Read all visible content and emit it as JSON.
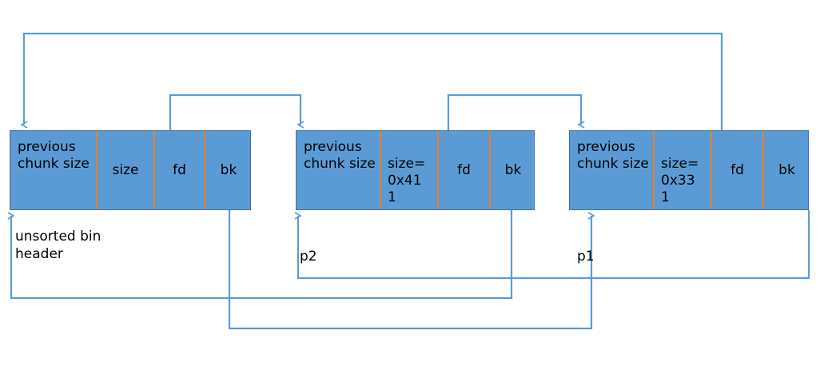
{
  "diagram": {
    "title": "glibc unsorted bin linked list of free chunks",
    "colors": {
      "chunk_fill": "#5b9bd5",
      "chunk_border": "#41719c",
      "cell_divider": "#ed7d31",
      "arrow": "#5b9bd5",
      "text": "#000000",
      "background": "#ffffff"
    },
    "chunks": [
      {
        "name": "unsorted-bin-header",
        "cells": [
          {
            "field": "prev_size",
            "label": "previous\nchunk\nsize"
          },
          {
            "field": "size",
            "label": "size"
          },
          {
            "field": "fd",
            "label": "fd"
          },
          {
            "field": "bk",
            "label": "bk"
          }
        ],
        "caption": "unsorted bin\nheader"
      },
      {
        "name": "chunk-p2",
        "cells": [
          {
            "field": "prev_size",
            "label": "previous\nchunk\nsize"
          },
          {
            "field": "size",
            "label": "size=\n0x41\n1"
          },
          {
            "field": "fd",
            "label": "fd"
          },
          {
            "field": "bk",
            "label": "bk"
          }
        ],
        "caption": "p2"
      },
      {
        "name": "chunk-p1",
        "cells": [
          {
            "field": "prev_size",
            "label": "previous\nchunk\nsize"
          },
          {
            "field": "size",
            "label": "size=\n0x33\n1"
          },
          {
            "field": "fd",
            "label": "fd"
          },
          {
            "field": "bk",
            "label": "bk"
          }
        ],
        "caption": "p1"
      }
    ],
    "links": [
      {
        "name": "header-fd-to-p2",
        "from": "unsorted-bin-header.fd",
        "to": "chunk-p2"
      },
      {
        "name": "p2-fd-to-p1",
        "from": "chunk-p2.fd",
        "to": "chunk-p1"
      },
      {
        "name": "p1-bk-to-header",
        "from": "chunk-p1.bk",
        "to": "unsorted-bin-header"
      },
      {
        "name": "header-bk-to-p1",
        "from": "unsorted-bin-header.bk",
        "to": "chunk-p1"
      },
      {
        "name": "p1-fd-to-header",
        "from": "chunk-p1.fd",
        "to": "unsorted-bin-header"
      },
      {
        "name": "p2-bk-to-header",
        "from": "chunk-p2.bk",
        "to": "unsorted-bin-header"
      }
    ]
  }
}
